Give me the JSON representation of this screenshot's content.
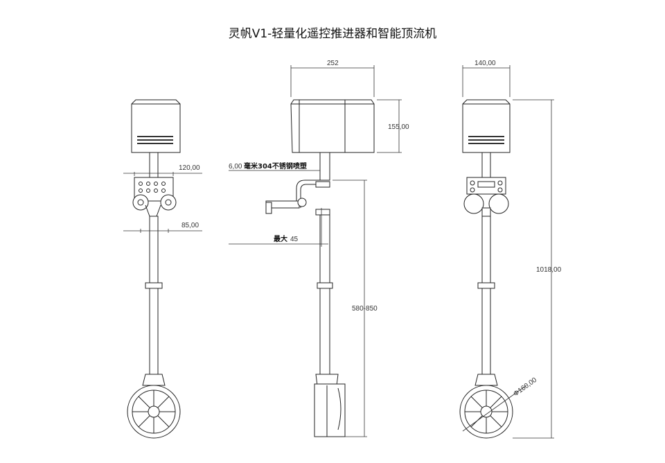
{
  "title": "灵帆V1-轻量化遥控推进器和智能顶流机",
  "dimensions": {
    "width_side": "252",
    "width_back": "140,00",
    "box_height": "155,00",
    "bracket_width": "120,00",
    "clamp_width": "85,00",
    "material_prefix": "6,00",
    "material_label": "毫米304不锈钢喷塑",
    "max_prefix": "最大",
    "max_value": "45",
    "adjust_range": "580-850",
    "total_height": "1018,00",
    "wheel_diameter": "Φ160,00"
  }
}
